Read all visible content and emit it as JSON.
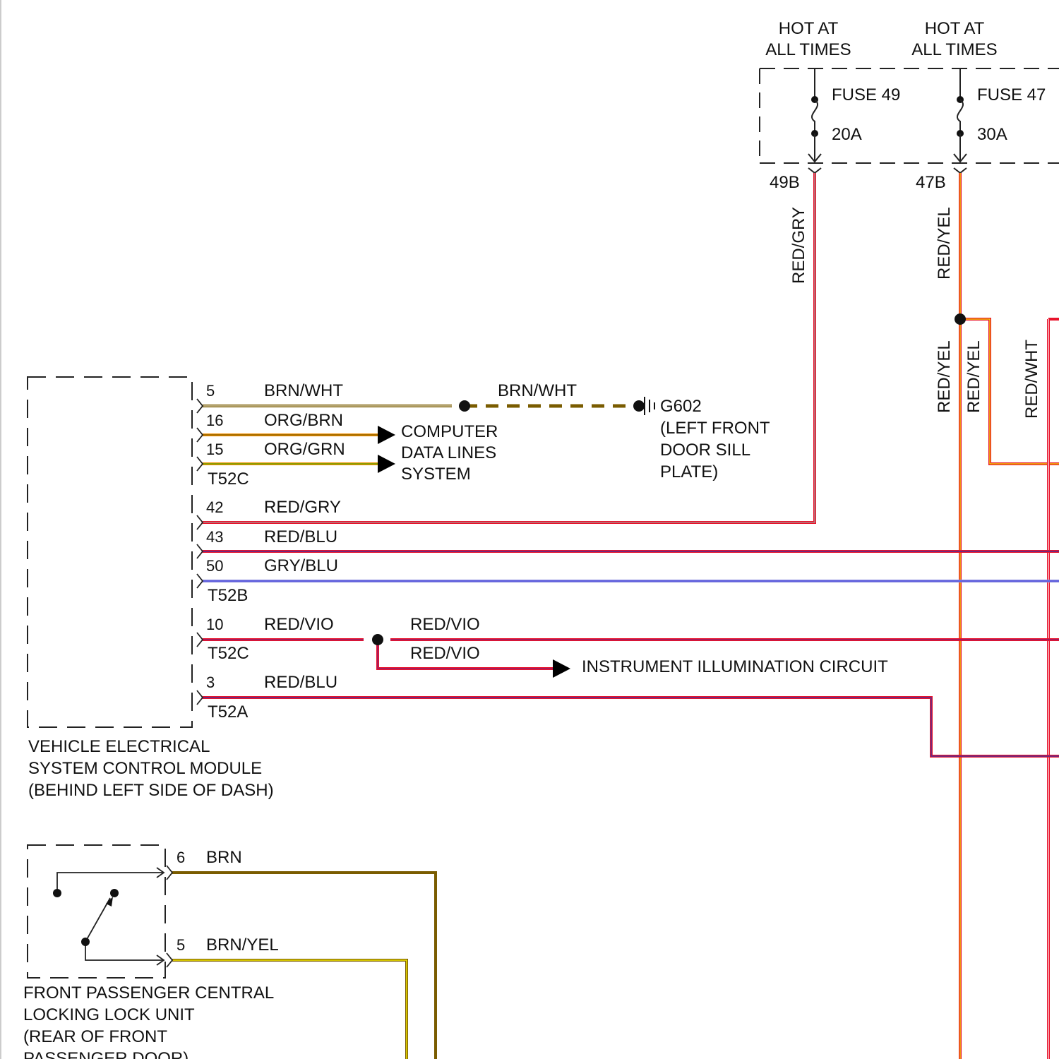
{
  "power": {
    "hot_at_all_times_1": [
      "HOT AT",
      "ALL TIMES"
    ],
    "hot_at_all_times_2": [
      "HOT AT",
      "ALL TIMES"
    ],
    "fuse_49": {
      "name": "FUSE 49",
      "rating": "20A",
      "terminal": "49B"
    },
    "fuse_47": {
      "name": "FUSE 47",
      "rating": "30A",
      "terminal": "47B"
    }
  },
  "vertical_wires": {
    "w49": "RED/GRY",
    "w47_upper": "RED/YEL",
    "w47_lower": "RED/YEL",
    "branch": "RED/YEL",
    "right": "RED/WHT"
  },
  "module": {
    "name": [
      "VEHICLE ELECTRICAL",
      "SYSTEM CONTROL MODULE",
      "(BEHIND LEFT SIDE OF DASH)"
    ],
    "pins": {
      "p5": {
        "pin": "5",
        "wire": "BRN/WHT"
      },
      "p16": {
        "pin": "16",
        "wire": "ORG/BRN"
      },
      "p15": {
        "pin": "15",
        "wire": "ORG/GRN"
      },
      "p42": {
        "pin": "42",
        "wire": "RED/GRY"
      },
      "p43": {
        "pin": "43",
        "wire": "RED/BLU"
      },
      "p50": {
        "pin": "50",
        "wire": "GRY/BLU"
      },
      "p10": {
        "pin": "10",
        "wire": "RED/VIO"
      },
      "p3": {
        "pin": "3",
        "wire": "RED/BLU"
      }
    },
    "connectors": {
      "c1": "T52C",
      "c2": "T52B",
      "c3": "T52C",
      "c4": "T52A"
    }
  },
  "ground": {
    "wire": "BRN/WHT",
    "id": "G602",
    "location": [
      "(LEFT FRONT",
      "DOOR SILL",
      "PLATE)"
    ]
  },
  "data_lines": [
    "COMPUTER",
    "DATA LINES",
    "SYSTEM"
  ],
  "illumination": {
    "wire_upper": "RED/VIO",
    "wire_lower": "RED/VIO",
    "label": "INSTRUMENT ILLUMINATION CIRCUIT"
  },
  "lock_unit": {
    "name": [
      "FRONT PASSENGER CENTRAL",
      "LOCKING LOCK UNIT",
      "(REAR OF FRONT",
      "PASSENGER DOOR)"
    ],
    "pin_6": {
      "pin": "6",
      "wire": "BRN"
    },
    "pin_5": {
      "pin": "5",
      "wire": "BRN/YEL"
    }
  },
  "colors": {
    "red": "#e8132b",
    "yellow": "#f2e600",
    "brown": "#7a5c00",
    "orange": "#f08c00",
    "green": "#6aa400",
    "violet": "#6a1f8a",
    "blue": "#6e6ee6",
    "gray": "#a0a0a0"
  }
}
